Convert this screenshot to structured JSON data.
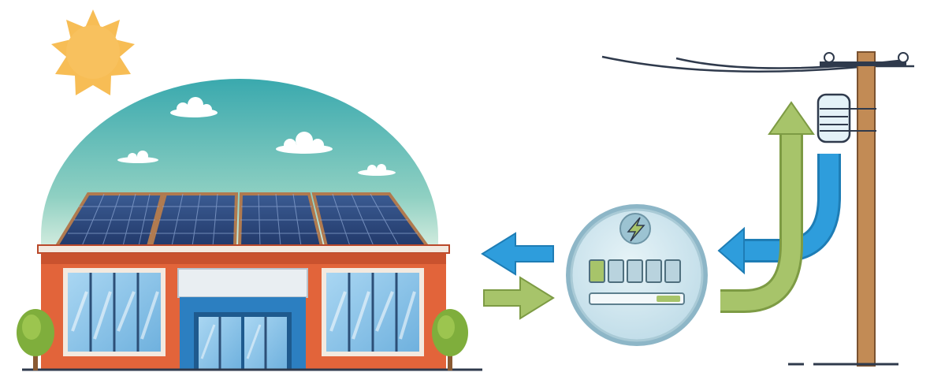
{
  "scene": "net-metering-diagram",
  "colors": {
    "sun": "#F7BD55",
    "sky_top": "#3AA9AE",
    "sky_bottom": "#D8EEE0",
    "building_wall": "#E2643A",
    "building_dark": "#B9482A",
    "window_glass": "#8CC4E8",
    "door_blue": "#2C7FC1",
    "solar_panel": "#2E4A7E",
    "export_arrow": "#2E9DDC",
    "import_arrow": "#A7C46A",
    "meter_face": "#CFE6EE",
    "meter_ring": "#8DB6C7",
    "pole_wood": "#C28B55",
    "wire": "#2F3A4C",
    "tree": "#7FAE3C"
  },
  "meter": {
    "display_segments": 5,
    "active_segment": 1,
    "level_fraction": 0.72
  }
}
